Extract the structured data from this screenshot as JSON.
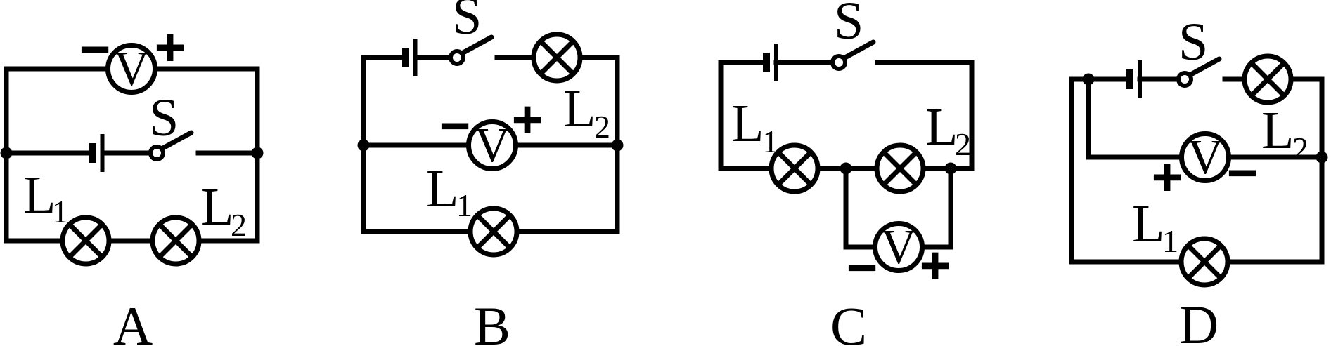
{
  "colors": {
    "ink": "#000000",
    "background": "#ffffff"
  },
  "circuits": [
    {
      "caption": "A",
      "switch": "S",
      "voltmeter": "V",
      "minus": "−",
      "plus": "+",
      "lamp1_base": "L",
      "lamp1_sub": "1",
      "lamp2_base": "L",
      "lamp2_sub": "2"
    },
    {
      "caption": "B",
      "switch": "S",
      "voltmeter": "V",
      "minus": "−",
      "plus": "+",
      "lamp1_base": "L",
      "lamp1_sub": "1",
      "lamp2_base": "L",
      "lamp2_sub": "2"
    },
    {
      "caption": "C",
      "switch": "S",
      "voltmeter": "V",
      "minus": "−",
      "plus": "+",
      "lamp1_base": "L",
      "lamp1_sub": "1",
      "lamp2_base": "L",
      "lamp2_sub": "2"
    },
    {
      "caption": "D",
      "switch": "S",
      "voltmeter": "V",
      "minus": "−",
      "plus": "+",
      "lamp1_base": "L",
      "lamp1_sub": "1",
      "lamp2_base": "L",
      "lamp2_sub": "2"
    }
  ]
}
